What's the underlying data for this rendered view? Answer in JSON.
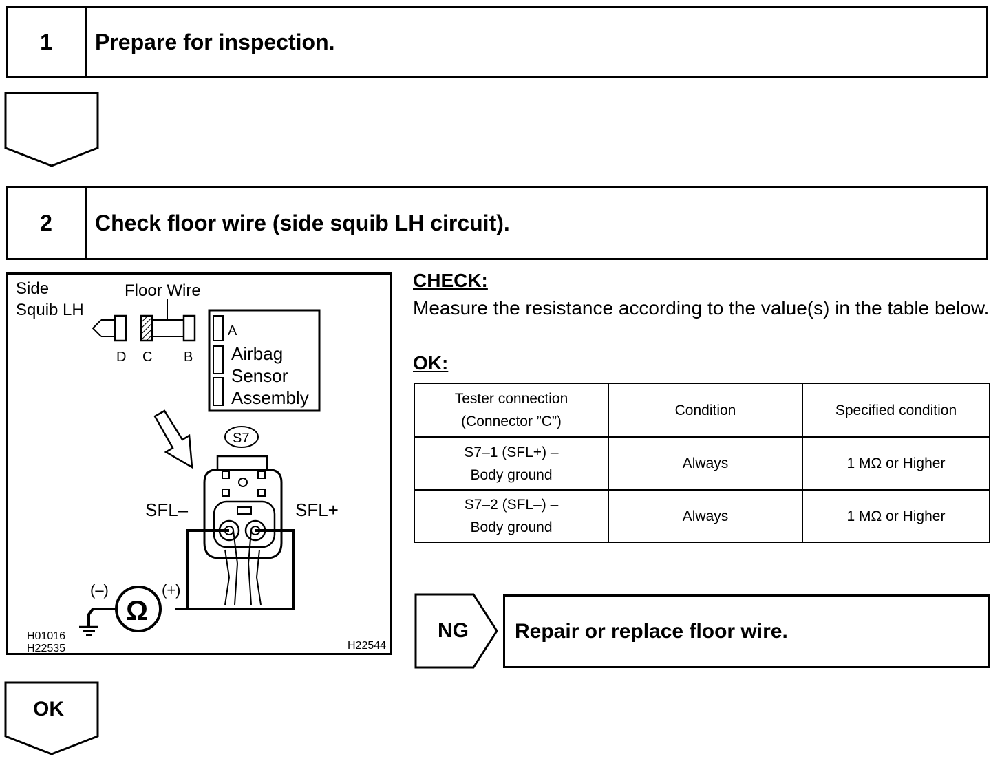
{
  "step1": {
    "number": "1",
    "title": "Prepare for inspection."
  },
  "step2": {
    "number": "2",
    "title": "Check floor wire (side squib LH circuit)."
  },
  "check": {
    "heading": "CHECK:",
    "text": "Measure the resistance according to the value(s) in the table below."
  },
  "ok_heading": "OK:",
  "table": {
    "headers": [
      "Tester connection (Connector ”C”)",
      "Condition",
      "Specified condition"
    ],
    "header_lines": [
      "Tester connection",
      "(Connector ”C”)"
    ],
    "rows": [
      {
        "connection_line1": "S7–1 (SFL+) –",
        "connection_line2": "Body ground",
        "condition": "Always",
        "specified": "1 MΩ or Higher"
      },
      {
        "connection_line1": "S7–2 (SFL–) –",
        "connection_line2": "Body ground",
        "condition": "Always",
        "specified": "1 MΩ or Higher"
      }
    ]
  },
  "ng": {
    "label": "NG",
    "action": "Repair or replace floor wire."
  },
  "ok": {
    "label": "OK"
  },
  "figure": {
    "side_squib_line1": "Side",
    "side_squib_line2": "Squib LH",
    "floor_wire": "Floor Wire",
    "connector_d": "D",
    "connector_c": "C",
    "connector_b": "B",
    "connector_a": "A",
    "airbag_line1": "Airbag",
    "airbag_line2": "Sensor",
    "airbag_line3": "Assembly",
    "connector_id": "S7",
    "sfl_minus": "SFL–",
    "sfl_plus": "SFL+",
    "meter_minus": "(–)",
    "meter_plus": "(+)",
    "ohm_symbol": "Ω",
    "code1": "H01016",
    "code2": "H22535",
    "code3": "H22544"
  }
}
